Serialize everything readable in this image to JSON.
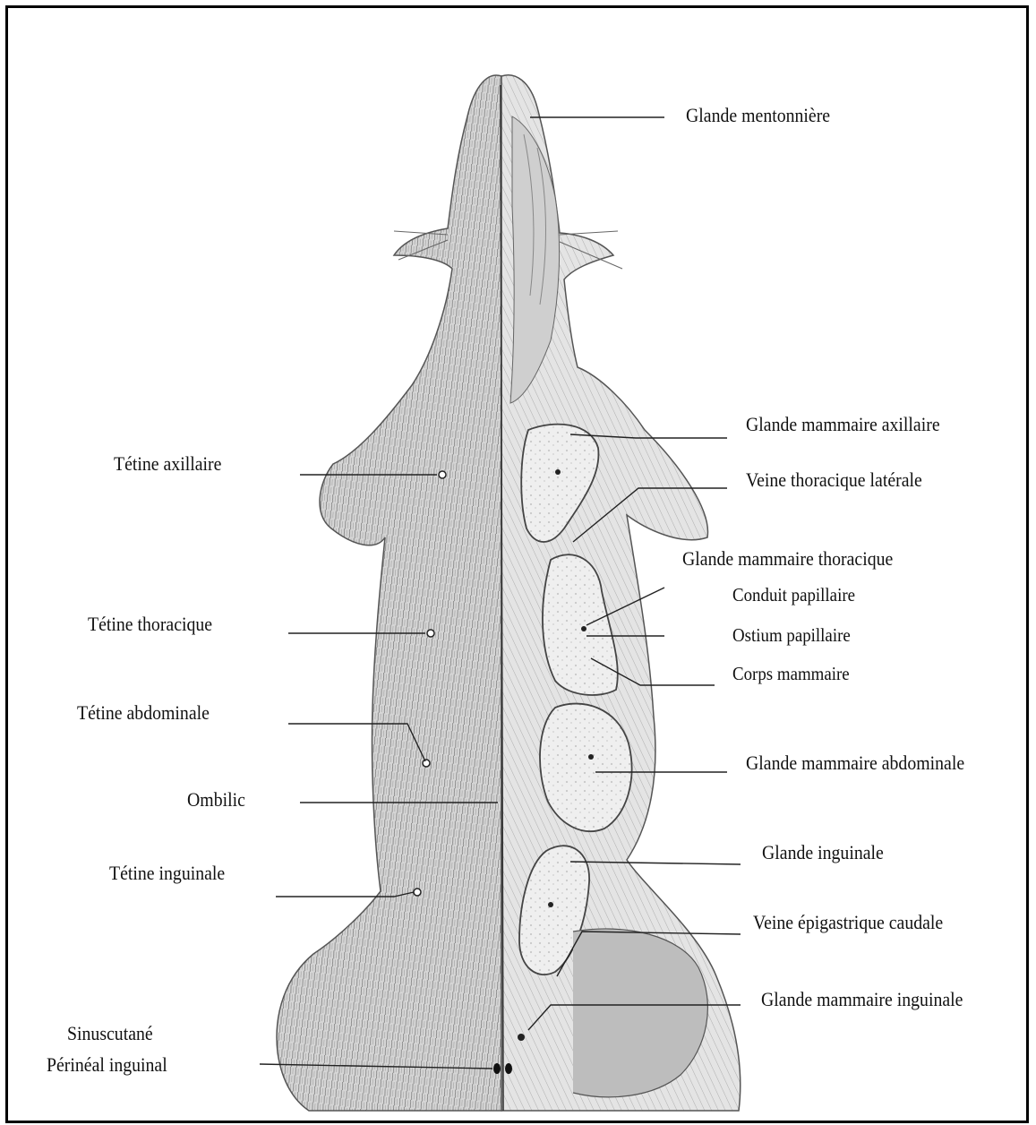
{
  "labels_left": [
    {
      "id": "tetine-axillaire",
      "text": "Tétine axillaire"
    },
    {
      "id": "tetine-thoracique",
      "text": "Tétine thoracique"
    },
    {
      "id": "tetine-abdominale",
      "text": "Tétine abdominale"
    },
    {
      "id": "ombilic",
      "text": "Ombilic"
    },
    {
      "id": "tetine-inguinale",
      "text": "Tétine inguinale"
    },
    {
      "id": "sinus-line1",
      "text": "Sinuscutané"
    },
    {
      "id": "sinus-line2",
      "text": "Périnéal inguinal"
    }
  ],
  "labels_right": [
    {
      "id": "glande-mentonniere",
      "text": "Glande mentonnière"
    },
    {
      "id": "glande-mammaire-axillaire",
      "text": "Glande mammaire axillaire"
    },
    {
      "id": "veine-thoracique-laterale",
      "text": "Veine thoracique latérale"
    },
    {
      "id": "glande-mammaire-thoracique",
      "text": "Glande mammaire thoracique"
    },
    {
      "id": "conduit-papillaire",
      "text": "Conduit papillaire"
    },
    {
      "id": "ostium-papillaire",
      "text": "Ostium papillaire"
    },
    {
      "id": "corps-mammaire",
      "text": "Corps mammaire"
    },
    {
      "id": "glande-mammaire-abdominale",
      "text": "Glande mammaire abdominale"
    },
    {
      "id": "glande-inguinale",
      "text": "Glande inguinale"
    },
    {
      "id": "veine-epigastrique-caudale",
      "text": "Veine épigastrique caudale"
    },
    {
      "id": "glande-mammaire-inguinale",
      "text": "Glande mammaire inguinale"
    }
  ],
  "colors": {
    "ink": "#111111",
    "sketch": "#5a5a5a",
    "gland_fill": "#efefef"
  }
}
